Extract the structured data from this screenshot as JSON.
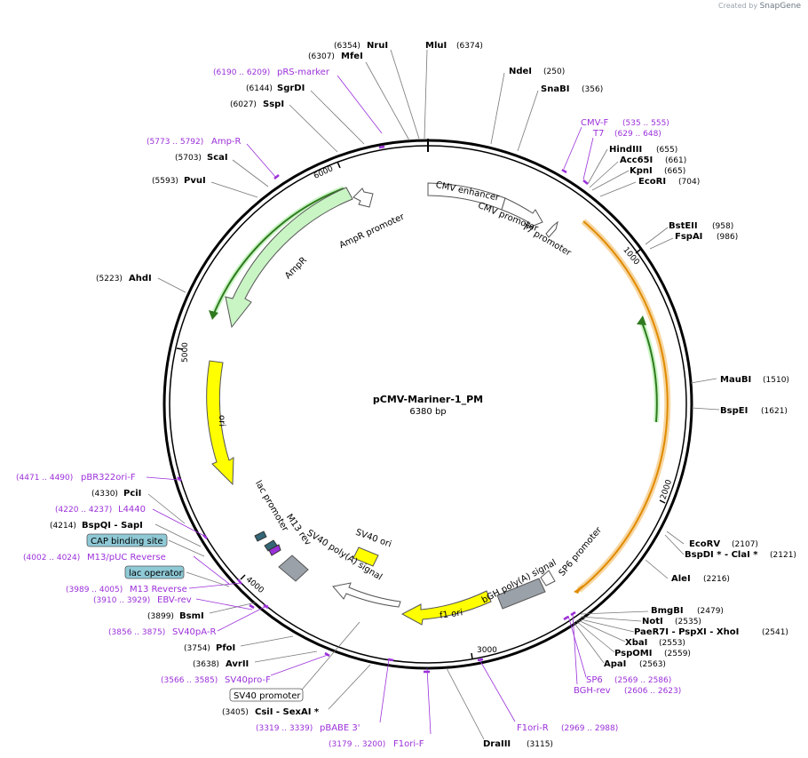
{
  "credit": {
    "prefix": "Created by",
    "brand": "SnapGene"
  },
  "plasmid": {
    "name": "pCMV-Mariner-1_PM",
    "size": "6380 bp",
    "length": 6380
  },
  "ticks": [
    "1000",
    "2000",
    "3000",
    "4000",
    "5000",
    "6000"
  ],
  "colors": {
    "primer": "#9b30d9",
    "enzyme": "#000000",
    "ampr": "#c9f4c4",
    "ori": "#ffff00",
    "polya": "#9aa1a8",
    "orange": "#f5a623",
    "box_fill": "#8fc9d6"
  },
  "sites": [
    {
      "name": "MluI",
      "pos": "(6374)",
      "kind": "enzyme"
    },
    {
      "name": "NruI",
      "pos": "(6354)",
      "kind": "enzyme"
    },
    {
      "name": "MfeI",
      "pos": "(6307)",
      "kind": "enzyme"
    },
    {
      "name": "pRS-marker",
      "pos": "(6190 .. 6209)",
      "kind": "primer"
    },
    {
      "name": "SgrDI",
      "pos": "(6144)",
      "kind": "enzyme"
    },
    {
      "name": "SspI",
      "pos": "(6027)",
      "kind": "enzyme"
    },
    {
      "name": "Amp-R",
      "pos": "(5773 .. 5792)",
      "kind": "primer"
    },
    {
      "name": "ScaI",
      "pos": "(5703)",
      "kind": "enzyme"
    },
    {
      "name": "PvuI",
      "pos": "(5593)",
      "kind": "enzyme"
    },
    {
      "name": "AhdI",
      "pos": "(5223)",
      "kind": "enzyme"
    },
    {
      "name": "NdeI",
      "pos": "(250)",
      "kind": "enzyme"
    },
    {
      "name": "SnaBI",
      "pos": "(356)",
      "kind": "enzyme"
    },
    {
      "name": "CMV-F",
      "pos": "(535 .. 555)",
      "kind": "primer"
    },
    {
      "name": "T7",
      "pos": "(629 .. 648)",
      "kind": "primer"
    },
    {
      "name": "HindIII",
      "pos": "(655)",
      "kind": "enzyme"
    },
    {
      "name": "Acc65I",
      "pos": "(661)",
      "kind": "enzyme"
    },
    {
      "name": "KpnI",
      "pos": "(665)",
      "kind": "enzyme"
    },
    {
      "name": "EcoRI",
      "pos": "(704)",
      "kind": "enzyme"
    },
    {
      "name": "BstEII",
      "pos": "(958)",
      "kind": "enzyme"
    },
    {
      "name": "FspAI",
      "pos": "(986)",
      "kind": "enzyme"
    },
    {
      "name": "MauBI",
      "pos": "(1510)",
      "kind": "enzyme"
    },
    {
      "name": "BspEI",
      "pos": "(1621)",
      "kind": "enzyme"
    },
    {
      "name": "EcoRV",
      "pos": "(2107)",
      "kind": "enzyme"
    },
    {
      "name": "BspDI * - ClaI *",
      "pos": "(2121)",
      "kind": "enzyme"
    },
    {
      "name": "AleI",
      "pos": "(2216)",
      "kind": "enzyme"
    },
    {
      "name": "BmgBI",
      "pos": "(2479)",
      "kind": "enzyme"
    },
    {
      "name": "NotI",
      "pos": "(2535)",
      "kind": "enzyme"
    },
    {
      "name": "PaeR7I - PspXI - XhoI",
      "pos": "(2541)",
      "kind": "enzyme"
    },
    {
      "name": "XbaI",
      "pos": "(2553)",
      "kind": "enzyme"
    },
    {
      "name": "PspOMI",
      "pos": "(2559)",
      "kind": "enzyme"
    },
    {
      "name": "ApaI",
      "pos": "(2563)",
      "kind": "enzyme"
    },
    {
      "name": "SP6",
      "pos": "(2569 .. 2586)",
      "kind": "primer"
    },
    {
      "name": "BGH-rev",
      "pos": "(2606 .. 2623)",
      "kind": "primer"
    },
    {
      "name": "F1ori-R",
      "pos": "(2969 .. 2988)",
      "kind": "primer"
    },
    {
      "name": "DraIII",
      "pos": "(3115)",
      "kind": "enzyme"
    },
    {
      "name": "F1ori-F",
      "pos": "(3179 .. 3200)",
      "kind": "primer"
    },
    {
      "name": "pBABE 3'",
      "pos": "(3319 .. 3339)",
      "kind": "primer"
    },
    {
      "name": "CsiI - SexAI *",
      "pos": "(3405)",
      "kind": "enzyme"
    },
    {
      "name": "SV40 promoter",
      "pos": "",
      "kind": "boxed"
    },
    {
      "name": "SV40pro-F",
      "pos": "(3566 .. 3585)",
      "kind": "primer"
    },
    {
      "name": "AvrII",
      "pos": "(3638)",
      "kind": "enzyme"
    },
    {
      "name": "PfoI",
      "pos": "(3754)",
      "kind": "enzyme"
    },
    {
      "name": "SV40pA-R",
      "pos": "(3856 .. 3875)",
      "kind": "primer"
    },
    {
      "name": "BsmI",
      "pos": "(3899)",
      "kind": "enzyme"
    },
    {
      "name": "EBV-rev",
      "pos": "(3910 .. 3929)",
      "kind": "primer"
    },
    {
      "name": "M13 Reverse",
      "pos": "(3989 .. 4005)",
      "kind": "primer"
    },
    {
      "name": "lac operator",
      "pos": "",
      "kind": "boxed-blue"
    },
    {
      "name": "M13/pUC Reverse",
      "pos": "(4002 .. 4024)",
      "kind": "primer"
    },
    {
      "name": "CAP binding site",
      "pos": "",
      "kind": "boxed-blue"
    },
    {
      "name": "BspQI - SapI",
      "pos": "(4214)",
      "kind": "enzyme"
    },
    {
      "name": "L4440",
      "pos": "(4220 .. 4237)",
      "kind": "primer"
    },
    {
      "name": "PciI",
      "pos": "(4330)",
      "kind": "enzyme"
    },
    {
      "name": "pBR322ori-F",
      "pos": "(4471 .. 4490)",
      "kind": "primer"
    }
  ],
  "features": [
    {
      "name": "CMV enhancer"
    },
    {
      "name": "CMV promoter"
    },
    {
      "name": "T7 promoter"
    },
    {
      "name": "AmpR promoter"
    },
    {
      "name": "AmpR"
    },
    {
      "name": "ori"
    },
    {
      "name": "lac promoter"
    },
    {
      "name": "M13 rev"
    },
    {
      "name": "SV40 poly(A) signal"
    },
    {
      "name": "SV40 ori"
    },
    {
      "name": "bGH poly(A) signal"
    },
    {
      "name": "SP6 promoter"
    },
    {
      "name": "f1 ori"
    }
  ]
}
